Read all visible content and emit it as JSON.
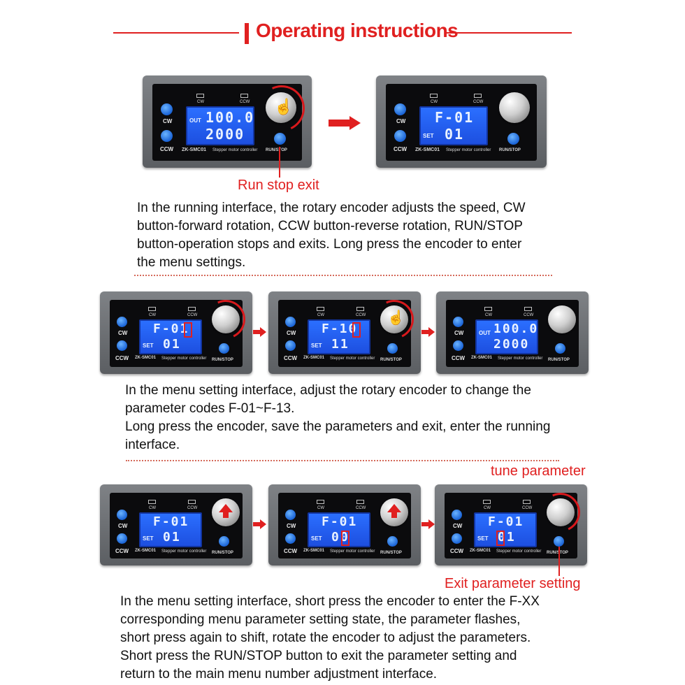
{
  "header": {
    "title": "Operating instructions"
  },
  "device": {
    "brand": "ZK-SMC01",
    "model_text": "Stepper motor controller",
    "cw_label": "CW",
    "ccw_label": "CCW",
    "run_stop_label": "RUN/STOP",
    "out_label": "OUT",
    "set_label": "SET"
  },
  "section1": {
    "panel1": {
      "line1": "100.0",
      "line2": "2000"
    },
    "panel2": {
      "line1": "F-01",
      "line2": "01"
    },
    "callout": "Run stop exit",
    "paragraph": [
      "In the running interface, the rotary encoder adjusts the speed, CW",
      "button-forward rotation, CCW button-reverse rotation, RUN/STOP",
      "button-operation stops and exits. Long press the encoder to enter",
      "the menu settings."
    ]
  },
  "section2": {
    "panel1": {
      "line1": "F-01",
      "line2": "01"
    },
    "panel2": {
      "line1": "F-10",
      "line2": "11"
    },
    "panel3": {
      "line1": "100.0",
      "line2": "2000"
    },
    "paragraph": [
      "In the menu setting interface, adjust the rotary encoder to change the",
      "parameter codes F-01~F-13.",
      "Long press the encoder, save the parameters and exit, enter the running",
      "interface."
    ]
  },
  "section3": {
    "panel1": {
      "line1": "F-01",
      "line2": "01"
    },
    "panel2": {
      "line1": "F-01",
      "line2": "00"
    },
    "panel3": {
      "line1": "F-01",
      "line2": "01"
    },
    "callout_top": "tune parameter",
    "callout_bottom": "Exit parameter setting",
    "paragraph": [
      "In the menu setting interface, short press the encoder to enter the F-XX",
      "corresponding menu parameter setting state, the parameter flashes,",
      "short press again to shift, rotate the encoder to adjust the parameters.",
      "Short press the RUN/STOP button to exit the parameter setting and",
      "return to the main menu number adjustment interface."
    ]
  },
  "icons": {
    "hand": "hand-pointer-icon",
    "arrow": "red-right-arrow-icon",
    "up": "up-arrow-icon"
  },
  "colors": {
    "accent": "#e02020",
    "lcd": "#2b6fff",
    "device": "#6e7175"
  }
}
